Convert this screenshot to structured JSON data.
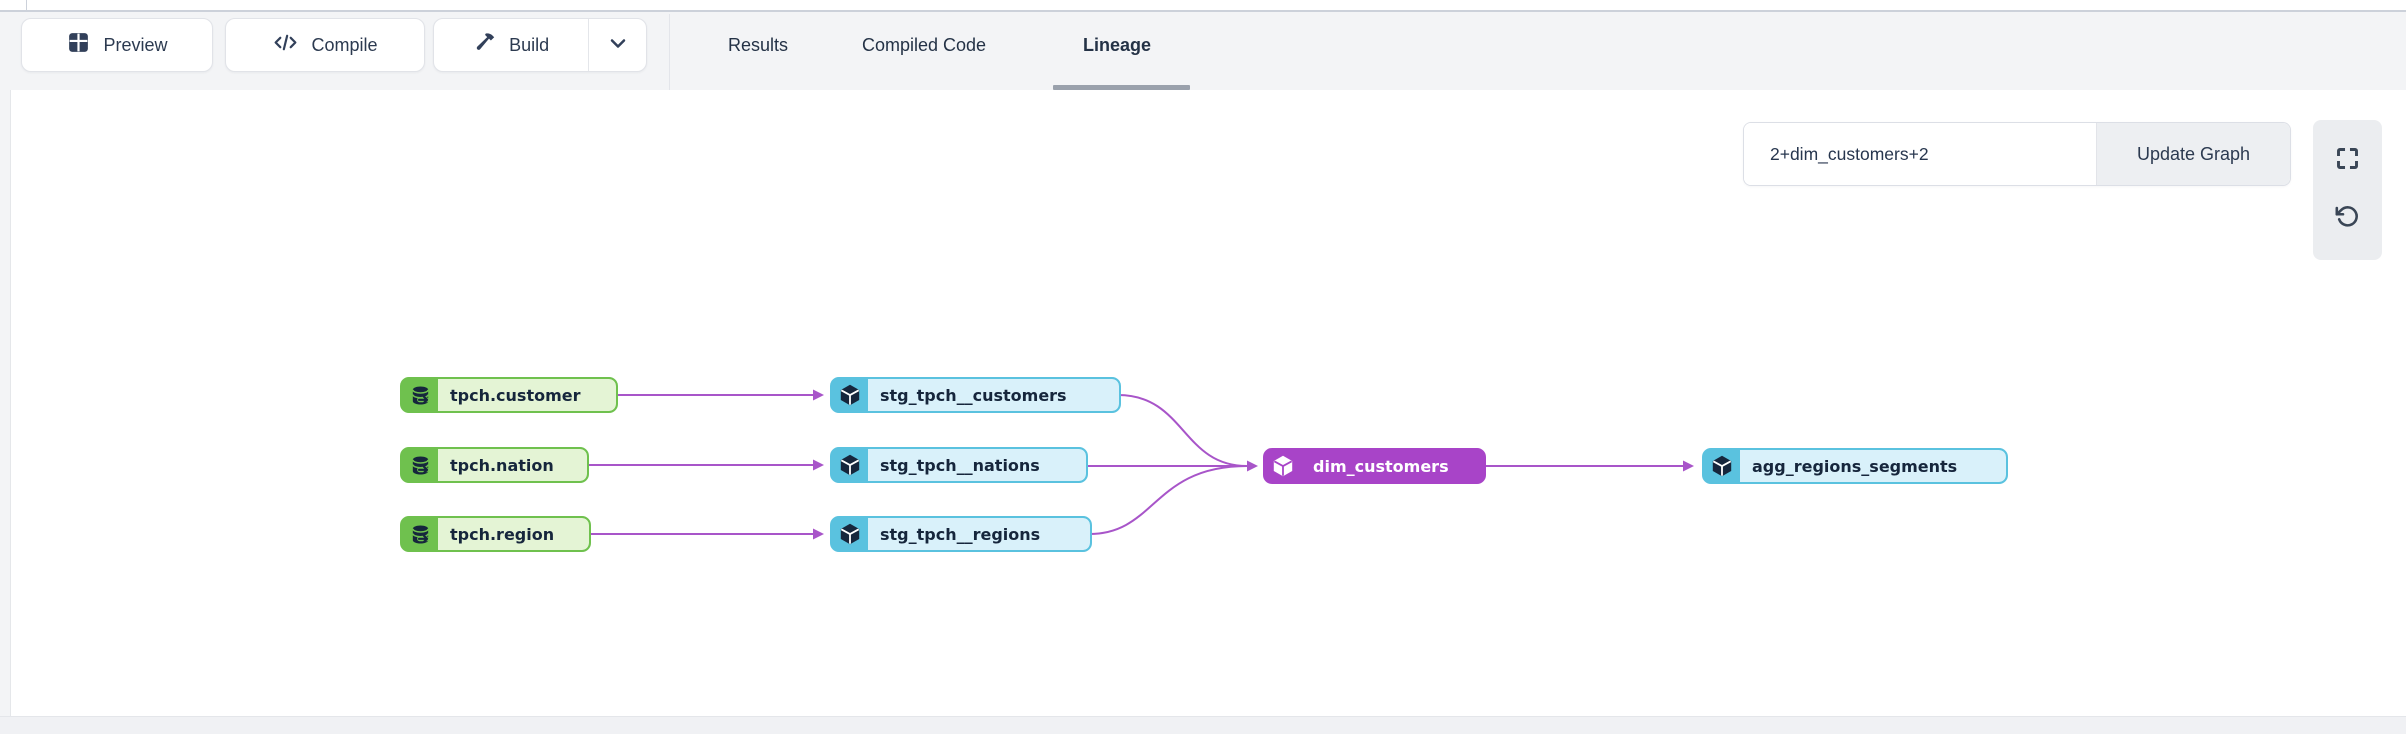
{
  "toolbar": {
    "preview_label": "Preview",
    "compile_label": "Compile",
    "build_label": "Build"
  },
  "tabs": [
    {
      "label": "Results",
      "active": false
    },
    {
      "label": "Compiled Code",
      "active": false
    },
    {
      "label": "Lineage",
      "active": true
    }
  ],
  "lineage_controls": {
    "selector_value": "2+dim_customers+2",
    "update_button_label": "Update Graph",
    "tools": [
      "fullscreen-icon",
      "reset-view-icon"
    ]
  },
  "graph": {
    "nodes": [
      {
        "label": "tpch.customer",
        "type": "source",
        "icon": "database-icon"
      },
      {
        "label": "tpch.nation",
        "type": "source",
        "icon": "database-icon"
      },
      {
        "label": "tpch.region",
        "type": "source",
        "icon": "database-icon"
      },
      {
        "label": "stg_tpch__customers",
        "type": "model",
        "icon": "cube-icon"
      },
      {
        "label": "stg_tpch__nations",
        "type": "model",
        "icon": "cube-icon"
      },
      {
        "label": "stg_tpch__regions",
        "type": "model",
        "icon": "cube-icon"
      },
      {
        "label": "dim_customers",
        "type": "model-selected",
        "icon": "cube-icon"
      },
      {
        "label": "agg_regions_segments",
        "type": "model",
        "icon": "cube-icon"
      }
    ],
    "edges": [
      {
        "from": "tpch.customer",
        "to": "stg_tpch__customers"
      },
      {
        "from": "tpch.nation",
        "to": "stg_tpch__nations"
      },
      {
        "from": "tpch.region",
        "to": "stg_tpch__regions"
      },
      {
        "from": "stg_tpch__customers",
        "to": "dim_customers"
      },
      {
        "from": "stg_tpch__nations",
        "to": "dim_customers"
      },
      {
        "from": "stg_tpch__regions",
        "to": "dim_customers"
      },
      {
        "from": "dim_customers",
        "to": "agg_regions_segments"
      }
    ]
  },
  "colors": {
    "source_green": "#6fc14e",
    "source_green_light": "#e4f4d5",
    "model_blue": "#5ac2df",
    "model_blue_light": "#d9f1fa",
    "selected_purple": "#a844c8",
    "edge_purple": "#a855c9",
    "node_text_dark": "#16263c",
    "toolbar_bg": "#f3f4f6",
    "active_tab_underline": "#9aa1ac"
  }
}
